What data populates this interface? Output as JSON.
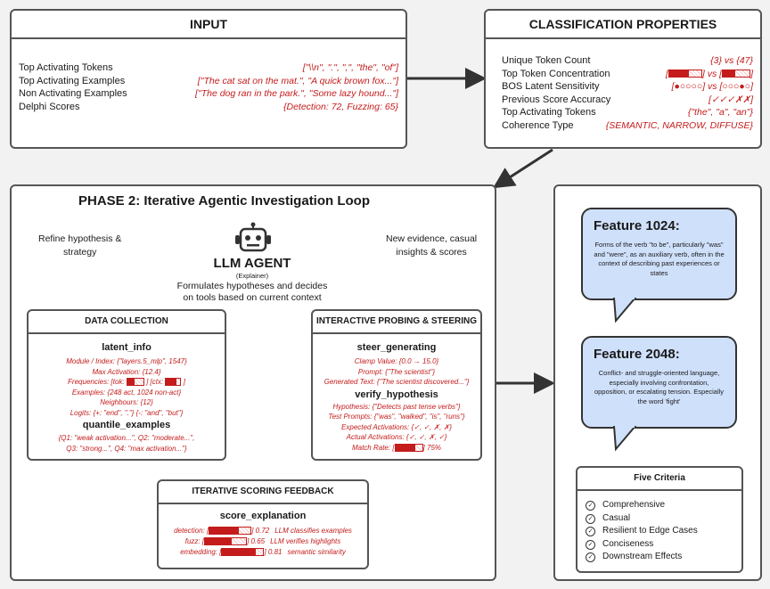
{
  "input": {
    "title": "INPUT",
    "rows": [
      {
        "label": "Top Activating Tokens",
        "value": "[\"\\\\n\", \".\", \",\", \"the\", \"of\"]"
      },
      {
        "label": "Top Activating Examples",
        "value": "[\"The cat sat on the mat.\", \"A quick brown fox...\"]"
      },
      {
        "label": "Non Activating Examples",
        "value": "[\"The dog ran in the park.\", \"Some lazy hound...\"]"
      },
      {
        "label": "Delphi Scores",
        "value": "{Detection: 72, Fuzzing: 65}"
      }
    ]
  },
  "classification": {
    "title": "CLASSIFICATION PROPERTIES",
    "rows": [
      {
        "label": "Unique Token Count",
        "value": "{3} vs {47}"
      },
      {
        "label": "Top Token Concentration",
        "value_prefix": "[",
        "value_mid": "] vs [",
        "value_suffix": "]",
        "bar1": 0.6,
        "bar2": 0.45
      },
      {
        "label": "BOS Latent Sensitivity",
        "value": "[●○○○○] vs [○○○●○]"
      },
      {
        "label": "Previous Score Accuracy",
        "value": "[✓✓✓✗✗]"
      },
      {
        "label": "Top Activating Tokens",
        "value": "{\"the\", \"a\", \"an\"}"
      },
      {
        "label": "Coherence Type",
        "value": "{SEMANTIC, NARROW, DIFFUSE}"
      }
    ]
  },
  "phase2": {
    "title": "PHASE 2: Iterative Agentic Investigation Loop",
    "left_label": "Refine hypothesis &\nstrategy",
    "right_label": "New evidence, casual\ninsights & scores",
    "agent_title": "LLM AGENT",
    "agent_sub": "(Explainer)",
    "agent_desc": "Formulates hypotheses and decides\non tools based on current context"
  },
  "data_collection": {
    "title": "DATA COLLECTION",
    "fn1": "latent_info",
    "lines1": [
      "Module / Index: {\"layers.5_mlp\", 1547}",
      "Max Activation: {12.4}",
      "Examples: {248 act, 1024 non-act}",
      "Neighbours: {12}",
      "Logits: {+: \"end\", \".\"} {-: \"and\", \"but\"}"
    ],
    "freq_label": "Frequencies: [tok:",
    "freq_mid": "] [ctx:",
    "freq_end": "]",
    "freq_bar1": 0.45,
    "freq_bar2": 0.75,
    "fn2": "quantile_examples",
    "lines2": [
      "{Q1: \"weak activation...\", Q2: \"moderate...\",",
      "Q3: \"strong...\", Q4: \"max activation...\"}"
    ]
  },
  "probing": {
    "title": "INTERACTIVE PROBING & STEERING",
    "fn1": "steer_generating",
    "lines1": [
      "Clamp Value: {0.0 → 15.0}",
      "Prompt: {\"The scientist\"}",
      "Generated Text: {\"The scientist discovered...\"}"
    ],
    "fn2": "verify_hypothesis",
    "lines2": [
      "Hypothesis: {\"Detects past tense verbs\"}",
      "Test Prompts: {\"was\", \"walked\", \"is\", \"runs\"}",
      "Expected Activations: {✓, ✓, ✗, ✗}",
      "Actual Activations: {✓, ✓, ✗, ✓}"
    ],
    "match_label": "Match Rate: [",
    "match_end": "] 75%",
    "match_value": 0.75
  },
  "scoring": {
    "title": "ITERATIVE SCORING FEEDBACK",
    "fn": "score_explanation",
    "items": [
      {
        "label": "detection: [",
        "value": 0.72,
        "score": "] 0.72",
        "note": "LLM classifies examples"
      },
      {
        "label": "fuzz: [",
        "value": 0.65,
        "score": "] 0.65",
        "note": "LLM verifies highlights"
      },
      {
        "label": "embedding: [",
        "value": 0.81,
        "score": "] 0.81",
        "note": "semantic similarity"
      }
    ]
  },
  "features": [
    {
      "title": "Feature 1024:",
      "desc": "Forms of the verb \"to be\", particularly \"was\" and \"were\", as an auxiliary verb, often in the context of describing past experiences or states"
    },
    {
      "title": "Feature 2048:",
      "desc": "Conflict- and struggle-oriented language, especially involving confrontation, opposition, or escalating tension. Especially the word 'fight'"
    }
  ],
  "criteria": {
    "title": "Five Criteria",
    "items": [
      "Comprehensive",
      "Casual",
      "Resilient to Edge Cases",
      "Conciseness",
      "Downstream Effects"
    ]
  },
  "colors": {
    "accent_red": "#c41c1c",
    "bubble_blue": "#cfe0fb"
  }
}
